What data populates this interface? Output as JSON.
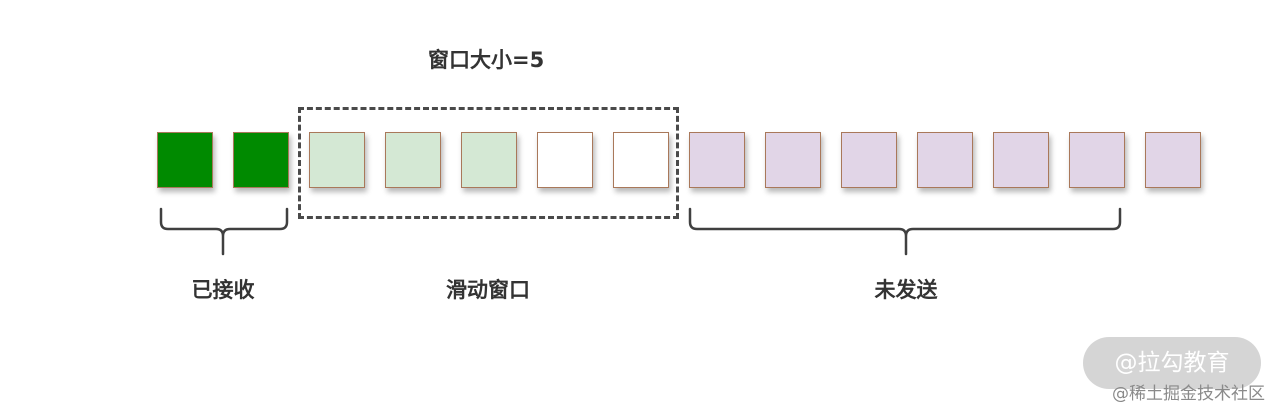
{
  "title": "窗口大小=5",
  "cells": [
    {
      "state": "received",
      "color": "#008a00"
    },
    {
      "state": "received",
      "color": "#008a00"
    },
    {
      "state": "window-sent",
      "color": "#d4e8d4"
    },
    {
      "state": "window-sent",
      "color": "#d4e8d4"
    },
    {
      "state": "window-sent",
      "color": "#d4e8d4"
    },
    {
      "state": "window-free",
      "color": "#ffffff"
    },
    {
      "state": "window-free",
      "color": "#ffffff"
    },
    {
      "state": "unsent",
      "color": "#e1d5e7"
    },
    {
      "state": "unsent",
      "color": "#e1d5e7"
    },
    {
      "state": "unsent",
      "color": "#e1d5e7"
    },
    {
      "state": "unsent",
      "color": "#e1d5e7"
    },
    {
      "state": "unsent",
      "color": "#e1d5e7"
    },
    {
      "state": "unsent",
      "color": "#e1d5e7"
    },
    {
      "state": "unsent",
      "color": "#e1d5e7"
    }
  ],
  "labels": {
    "received": "已接收",
    "window": "滑动窗口",
    "unsent": "未发送"
  },
  "watermark": {
    "badge": "@拉勾教育",
    "credit": "@稀土掘金技术社区"
  }
}
